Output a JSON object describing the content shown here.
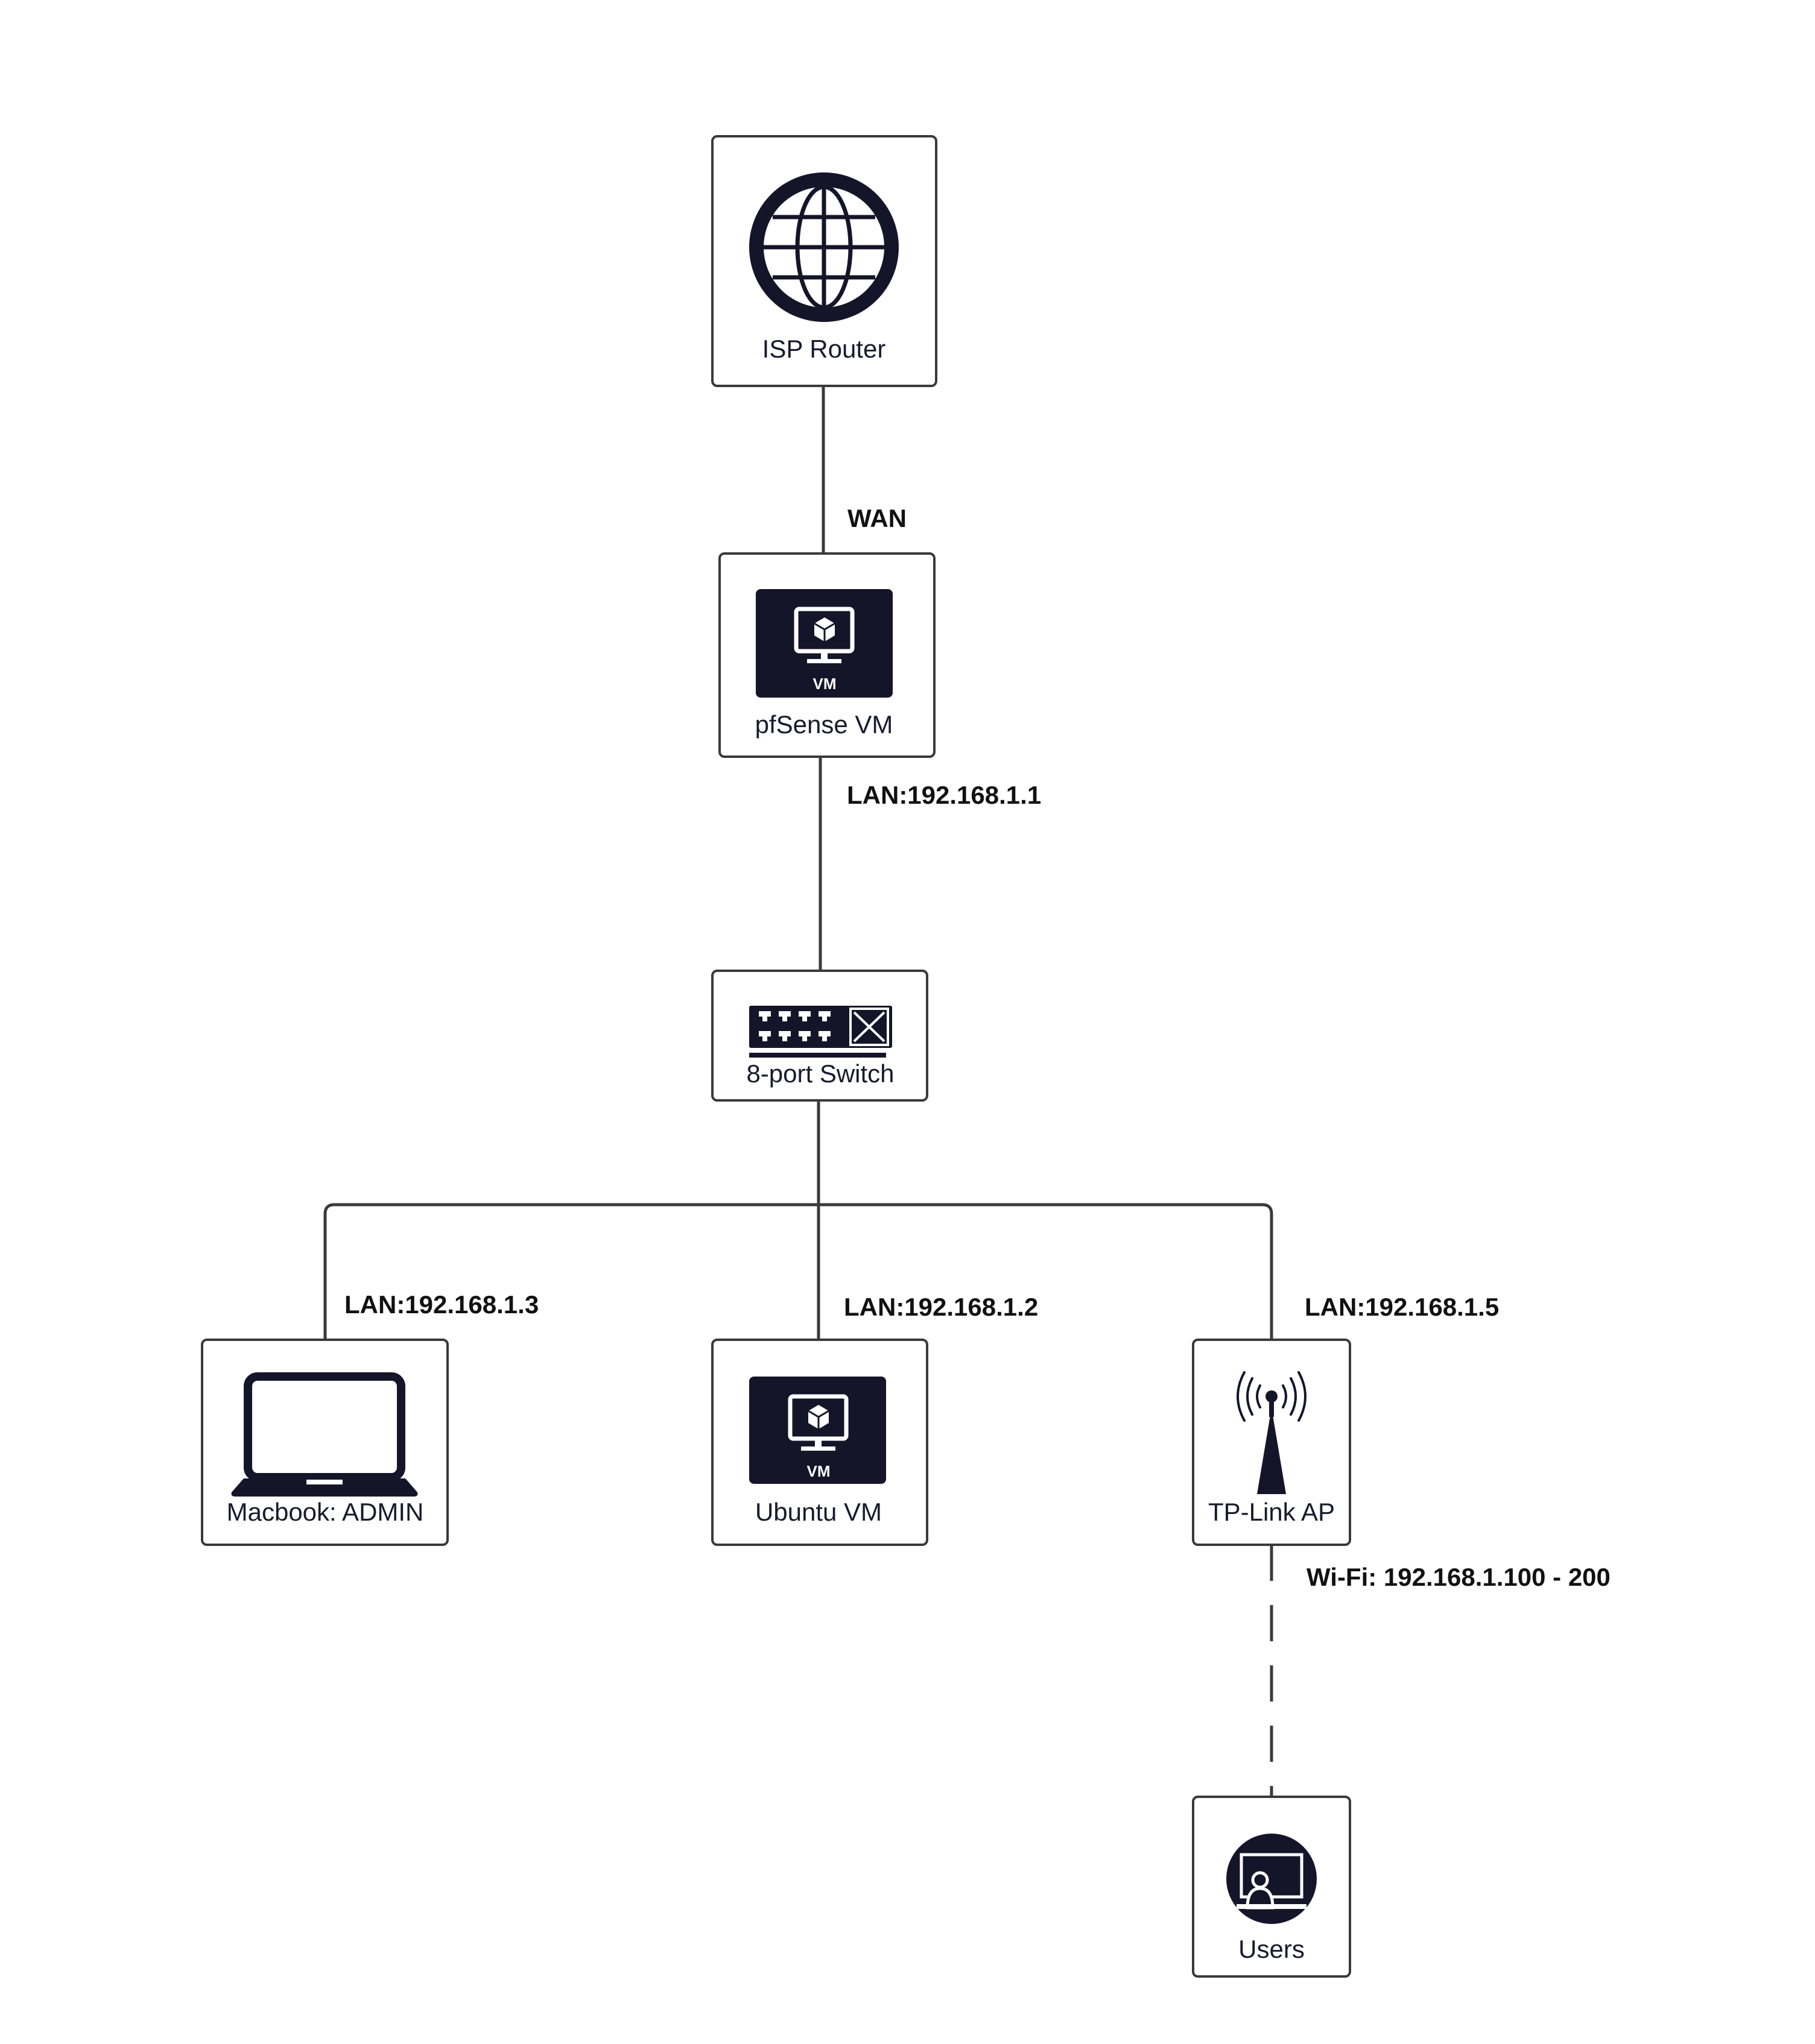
{
  "nodes": {
    "isp_router": {
      "label": "ISP Router",
      "icon": "globe-icon"
    },
    "pfsense": {
      "label": "pfSense VM",
      "icon": "vm-monitor-icon",
      "badge": "VM"
    },
    "switch": {
      "label": "8-port Switch",
      "icon": "network-switch-icon"
    },
    "macbook": {
      "label": "Macbook: ADMIN",
      "icon": "laptop-icon"
    },
    "ubuntu": {
      "label": "Ubuntu VM",
      "icon": "vm-monitor-icon",
      "badge": "VM"
    },
    "tplink": {
      "label": "TP-Link AP",
      "icon": "wireless-antenna-icon"
    },
    "users": {
      "label": "Users",
      "icon": "user-workstation-icon"
    }
  },
  "edges": {
    "wan": "WAN",
    "pfsense_lan": "LAN:192.168.1.1",
    "macbook_lan": "LAN:192.168.1.3",
    "ubuntu_lan": "LAN:192.168.1.2",
    "tplink_lan": "LAN:192.168.1.5",
    "wifi": "Wi-Fi: 192.168.1.100 - 200"
  },
  "colors": {
    "icon": "#15152a",
    "stroke": "#3a3a3a",
    "background": "#ffffff"
  }
}
